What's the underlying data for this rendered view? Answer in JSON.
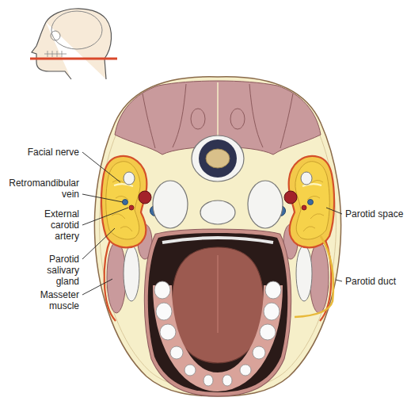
{
  "diagram": {
    "labels": [
      "Facial nerve",
      "Retromandibular vein",
      "External carotid artery",
      "Parotid salivary gland",
      "Masseter muscle",
      "Parotid space",
      "Parotid duct"
    ]
  }
}
